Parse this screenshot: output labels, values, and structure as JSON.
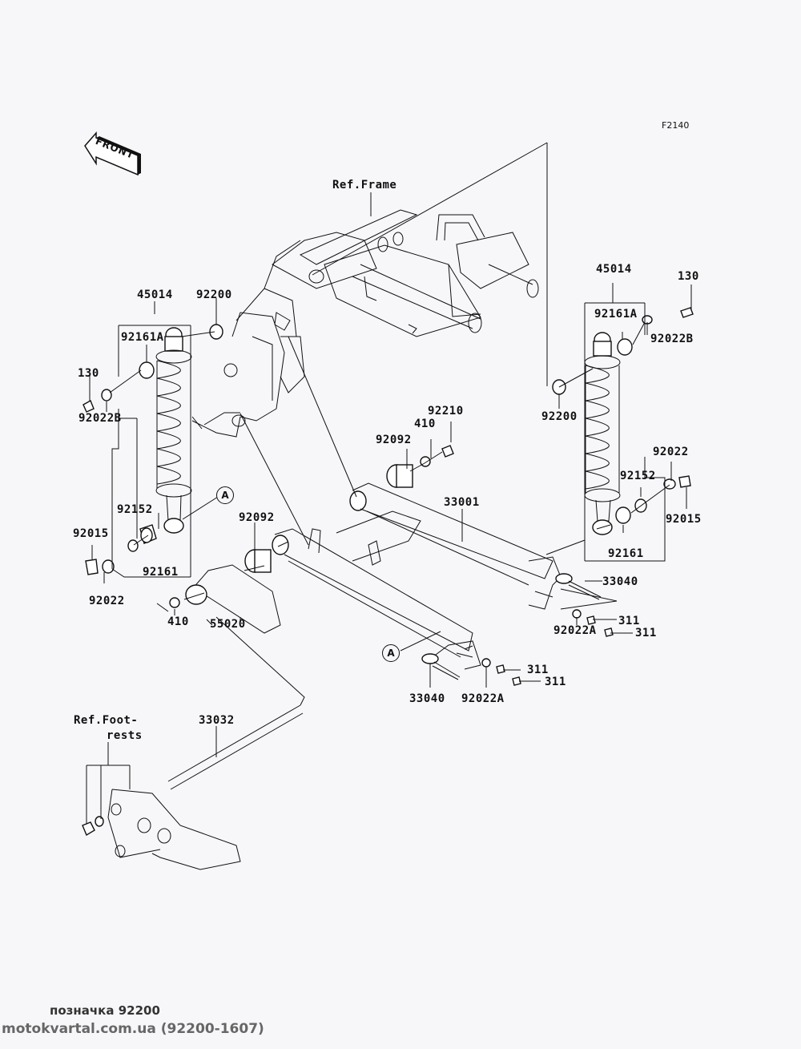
{
  "figure_code": "F2140",
  "front_indicator": "FRONT",
  "references": {
    "frame": "Ref.Frame",
    "footrests_line1": "Ref.Foot-",
    "footrests_line2": "rests"
  },
  "callout_marker": "A",
  "labels": {
    "l_45014": "45014",
    "l_92200_left": "92200",
    "l_92161A_left": "92161A",
    "l_130_left": "130",
    "l_92022B_left": "92022B",
    "l_92152_left": "92152",
    "l_92015_left": "92015",
    "l_92161_left": "92161",
    "l_92022_left": "92022",
    "l_92092_left": "92092",
    "l_410_left": "410",
    "l_55020": "55020",
    "l_33032": "33032",
    "l_92210": "92210",
    "l_410_right": "410",
    "l_92092_right": "92092",
    "l_33001": "33001",
    "r_45014": "45014",
    "r_130": "130",
    "r_92161A": "92161A",
    "r_92022B": "92022B",
    "r_92200": "92200",
    "r_92022": "92022",
    "r_92152": "92152",
    "r_92015": "92015",
    "r_92161": "92161",
    "r_33040": "33040",
    "r_311_a": "311",
    "r_311_b": "311",
    "r_92022A": "92022A",
    "c_33040": "33040",
    "c_92022A": "92022A",
    "c_311_a": "311",
    "c_311_b": "311"
  },
  "footer": {
    "caption": "позначка 92200",
    "source": "motokvartal.com.ua (92200-1607)"
  }
}
